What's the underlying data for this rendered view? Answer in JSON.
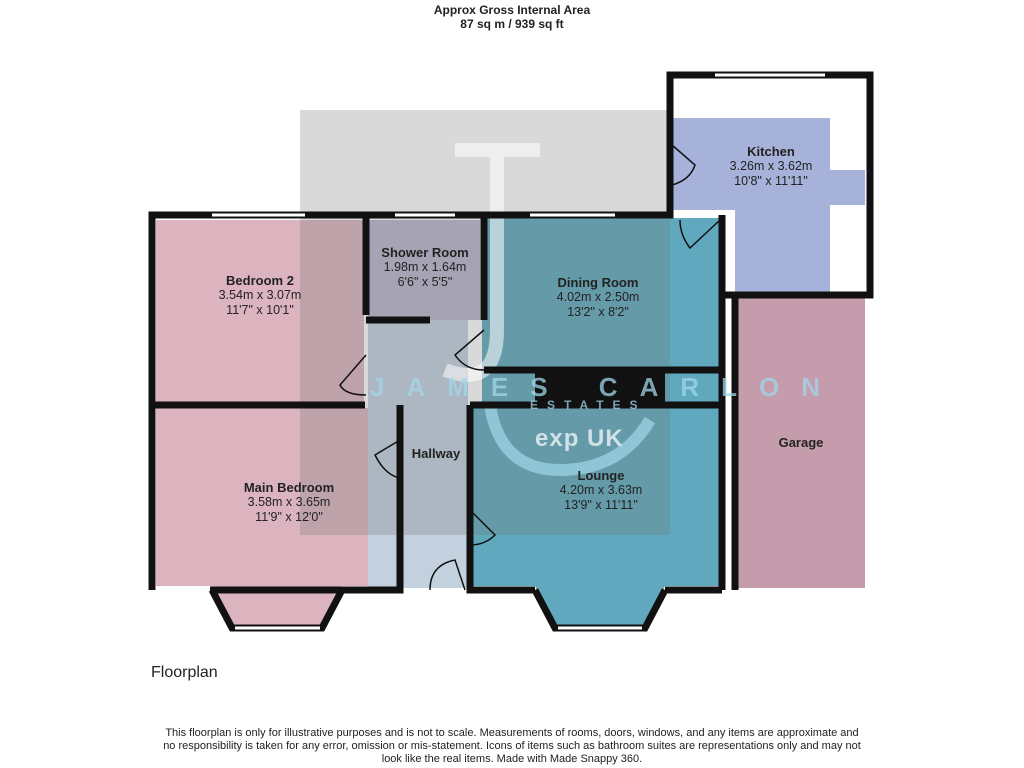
{
  "header": {
    "line1": "Approx Gross Internal Area",
    "line2": "87 sq m / 939 sq ft"
  },
  "rooms": [
    {
      "name": "Bedroom 2",
      "metric": "3.54m x 3.07m",
      "imperial": "11'7\" x 10'1\"",
      "color": "#dcb4bf"
    },
    {
      "name": "Shower Room",
      "metric": "1.98m x 1.64m",
      "imperial": "6'6\" x 5'5\"",
      "color": "#b9b6cc"
    },
    {
      "name": "Dining Room",
      "metric": "4.02m x 2.50m",
      "imperial": "13'2\" x 8'2\"",
      "color": "#5fa8bd"
    },
    {
      "name": "Kitchen",
      "metric": "3.26m x 3.62m",
      "imperial": "10'8\" x 11'11\"",
      "color": "#a6b2da"
    },
    {
      "name": "Main Bedroom",
      "metric": "3.58m x 3.65m",
      "imperial": "11'9\" x 12'0\"",
      "color": "#dcb4bf"
    },
    {
      "name": "Hallway",
      "color": "#c3d0de"
    },
    {
      "name": "Lounge",
      "metric": "4.20m x 3.63m",
      "imperial": "13'9\" x 11'11\"",
      "color": "#5fa8bd"
    },
    {
      "name": "Garage",
      "color": "#c49cab"
    }
  ],
  "watermark": {
    "brand": "JAMES CARLON",
    "sub": "ESTATES",
    "partner": "exp UK"
  },
  "footer": {
    "label": "Floorplan",
    "disclaimer": "This floorplan is only for illustrative purposes and is not to scale. Measurements of rooms, doors, windows, and any items are approximate and no responsibility is taken for any error, omission or mis-statement. Icons of items such as bathroom suites are representations only and may not look like the real items. Made with Made Snappy 360."
  }
}
